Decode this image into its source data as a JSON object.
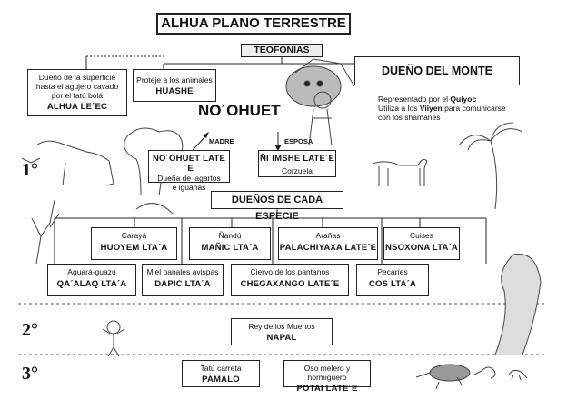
{
  "title": "ALHUA PLANO TERRESTRE",
  "teofonias": "TEOFONÍAS",
  "dueno_superficie": {
    "desc_l1": "Dueño de la superficie",
    "desc_l2": "hasta el agujero cavado",
    "desc_l3": "por el tatú bolá",
    "name": "ALHUA LE´EC"
  },
  "protector": {
    "desc": "Proteje a los animales",
    "name": "HUASHE"
  },
  "dueno_monte": "DUEÑO DEL MONTE",
  "represented": {
    "l1a": "Representado  por  el ",
    "l1b": "Quiyoc",
    "l2a": "Utiliza a los ",
    "l2b": "Viiyen",
    "l2c": " para comunicarse",
    "l3": "con los  shamanes"
  },
  "main_deity": "NO´OHUET",
  "madre_label": "MADRE",
  "esposa_label": "ESPOSA",
  "madre_box": {
    "name": "NO´OHUET LATE´E",
    "desc_l1": "Dueña de lagartos",
    "desc_l2": "e iguanas"
  },
  "esposa_box": {
    "name": "ÑI´IMSHE LATE´E",
    "desc": "Corzuela"
  },
  "duenos_especie": "DUEÑOS DE CADA ESPECIE",
  "species_top": [
    {
      "desc": "Carayá",
      "name": "HUOYEM LTA´A"
    },
    {
      "desc": "Ñandú",
      "name": "MAÑIC LTA´A"
    },
    {
      "desc": "Arañas",
      "name": "PALACHIYAXA LATE´E"
    },
    {
      "desc": "Cuises",
      "name": "NSOXONA LTA´A"
    }
  ],
  "species_bottom": [
    {
      "desc": "Aguará-guazú",
      "name": "QA´ALAQ LTA´A"
    },
    {
      "desc": "Miel panales avispas",
      "name": "DAPIC LTA´A"
    },
    {
      "desc": "Ciervo de los pantanos",
      "name": "CHEGAXANGO LATE´E"
    },
    {
      "desc": "Pecaríes",
      "name": "COS LTA´A"
    }
  ],
  "levels": [
    "1°",
    "2°",
    "3°"
  ],
  "rey_muertos": {
    "desc": "Rey de los Muertos",
    "name": "NAPAL"
  },
  "tatu": {
    "desc": "Tatú carreta",
    "name": "PAMALO"
  },
  "oso": {
    "desc": "Oso melero y hormiguero",
    "name": "POTAI LATE´E"
  }
}
